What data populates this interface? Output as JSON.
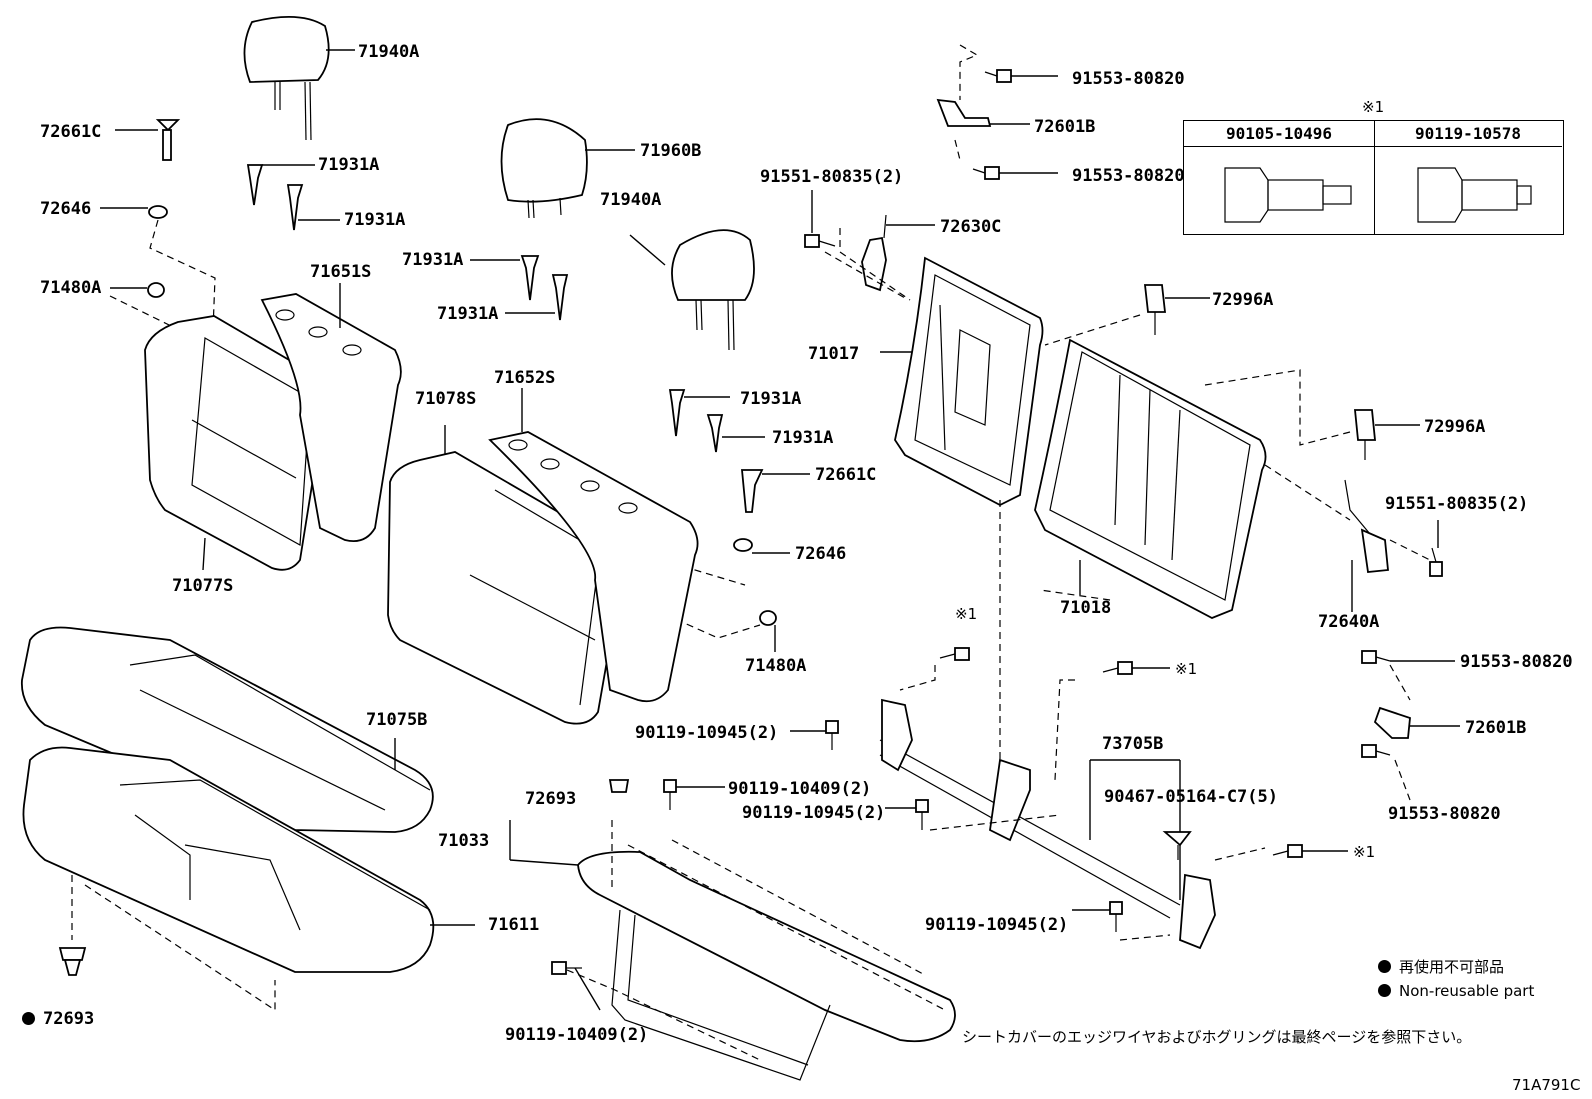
{
  "diagram_code": "71A791C",
  "legend": {
    "mark": "※1",
    "col1": "90105-10496",
    "col2": "90119-10578"
  },
  "notes": {
    "non_reusable_jp": "再使用不可部品",
    "non_reusable_en": "Non-reusable part",
    "see_last_page": "シートカバーのエッジワイヤおよびホグリングは最終ページを参照下さい。"
  },
  "labels": {
    "p71940A_a": "71940A",
    "p72661C_a": "72661C",
    "p71931A_a": "71931A",
    "p71931A_b": "71931A",
    "p72646_a": "72646",
    "p71960B": "71960B",
    "p71940A_b": "71940A",
    "p71931A_c": "71931A",
    "p71931A_d": "71931A",
    "p71480A_a": "71480A",
    "p71651S": "71651S",
    "p71078S": "71078S",
    "p71652S": "71652S",
    "p71931A_e": "71931A",
    "p71931A_f": "71931A",
    "p72661C_b": "72661C",
    "p72646_b": "72646",
    "p71480A_b": "71480A",
    "p71077S": "71077S",
    "p71075B": "71075B",
    "p71611": "71611",
    "p72693_a": "72693",
    "p72693_b": "72693",
    "p71033": "71033",
    "p90119_10945_a": "90119-10945(2)",
    "p90119_10409_a": "90119-10409(2)",
    "p90119_10945_b": "90119-10945(2)",
    "p90119_10945_c": "90119-10945(2)",
    "p90119_10409_b": "90119-10409(2)",
    "p91553_80820_a": "91553-80820",
    "p72601B_a": "72601B",
    "p91553_80820_b": "91553-80820",
    "p91551_80835_a": "91551-80835(2)",
    "p72630C": "72630C",
    "p72996A_a": "72996A",
    "p71017": "71017",
    "p72996A_b": "72996A",
    "p91551_80835_b": "91551-80835(2)",
    "p71018": "71018",
    "p72640A": "72640A",
    "p91553_80820_c": "91553-80820",
    "p72601B_b": "72601B",
    "p91553_80820_d": "91553-80820",
    "p73705B": "73705B",
    "p90467": "90467-05164-C7(5)",
    "mark_a": "※1",
    "mark_b": "※1",
    "mark_c": "※1"
  }
}
